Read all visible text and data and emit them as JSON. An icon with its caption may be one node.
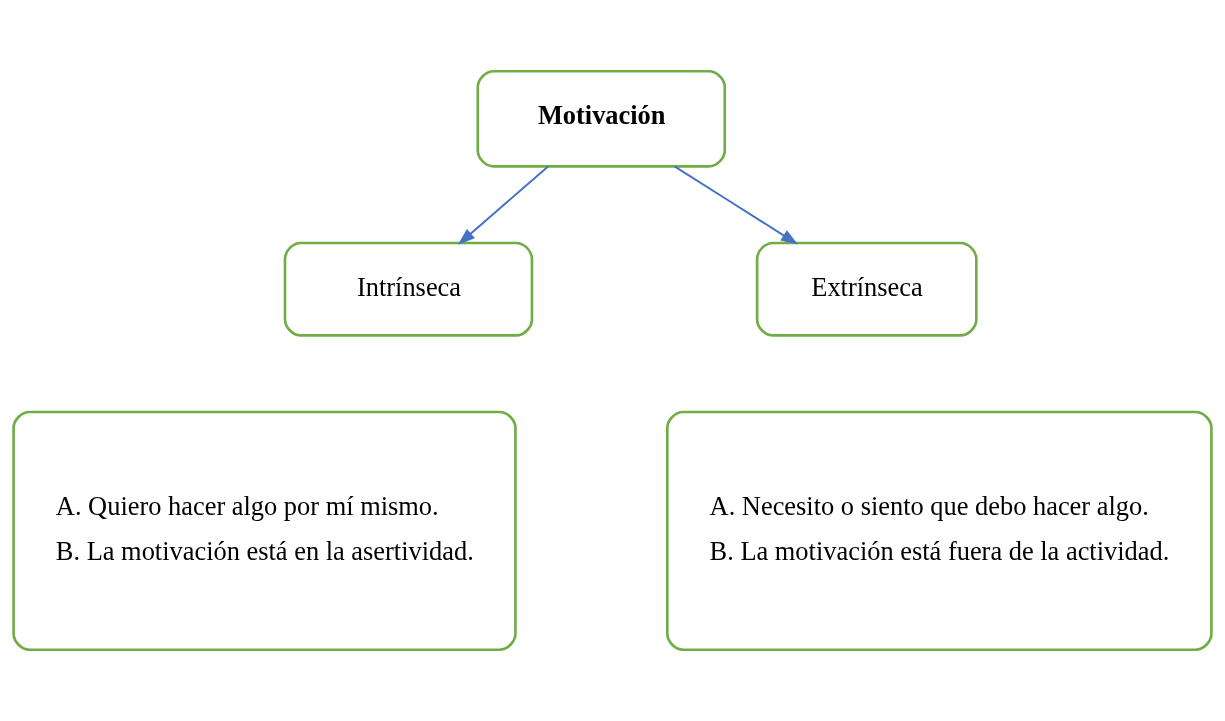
{
  "diagram": {
    "nodes": [
      {
        "text": [
          "Motivación"
        ]
      },
      {
        "text": [
          "Intrínseca"
        ]
      },
      {
        "text": [
          "Extrínseca"
        ]
      },
      {
        "text": [
          "A. Quiero hacer algo por mí mismo.",
          "B. La motivación está en la asertividad."
        ]
      },
      {
        "text": [
          "A. Necesito o siento que debo hacer algo.",
          "B. La motivación está fuera de la actividad."
        ]
      }
    ],
    "edges": [
      {
        "from": 0,
        "to": 1,
        "arrow": "to"
      },
      {
        "from": 0,
        "to": 2,
        "arrow": "to"
      }
    ]
  }
}
